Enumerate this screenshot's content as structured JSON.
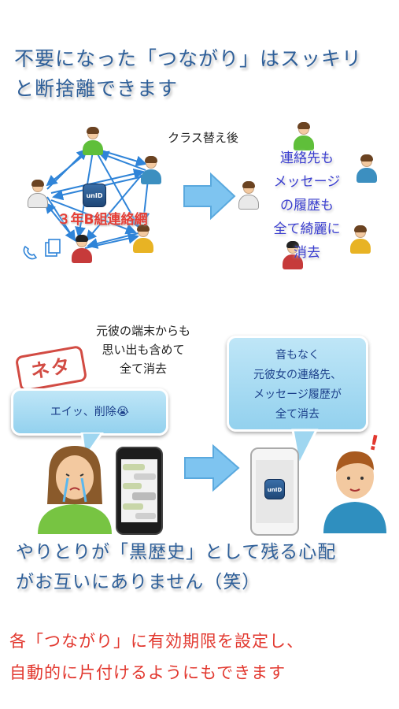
{
  "headline": {
    "line1": "不要になった「つながり」はスッキリ",
    "line2": "と断捨離できます"
  },
  "network": {
    "after_label": "クラス替え後",
    "group_name": "３年B組連絡網",
    "app_icon_text": "unID"
  },
  "right_message": {
    "line1": "連絡先も",
    "line2": "メッセージ",
    "line3": "の履歴も",
    "line4": "全て綺麗に",
    "line5": "消去"
  },
  "ex_caption": {
    "line1": "元彼の端末からも",
    "line2": "思い出も含めて",
    "line3": "全て消去"
  },
  "neta_stamp": "ネタ",
  "bubble_left": "エイッ、削除😭",
  "bubble_right": {
    "line1": "音もなく",
    "line2": "元彼女の連絡先、",
    "line3": "メッセージ履歴が",
    "line4": "全て消去"
  },
  "exclaim": "!",
  "bottom_main": {
    "line1": "やりとりが「黒歴史」として残る心配",
    "line2": "がお互いにありません（笑）"
  },
  "bottom_red": {
    "line1": "各「つながり」に有効期限を設定し、",
    "line2": "自動的に片付けるようにもできます"
  },
  "colors": {
    "headline": "#2e5f99",
    "accent_red": "#e2382f",
    "right_text": "#3b3fd0",
    "arrow_blue": "#2f84d8"
  }
}
